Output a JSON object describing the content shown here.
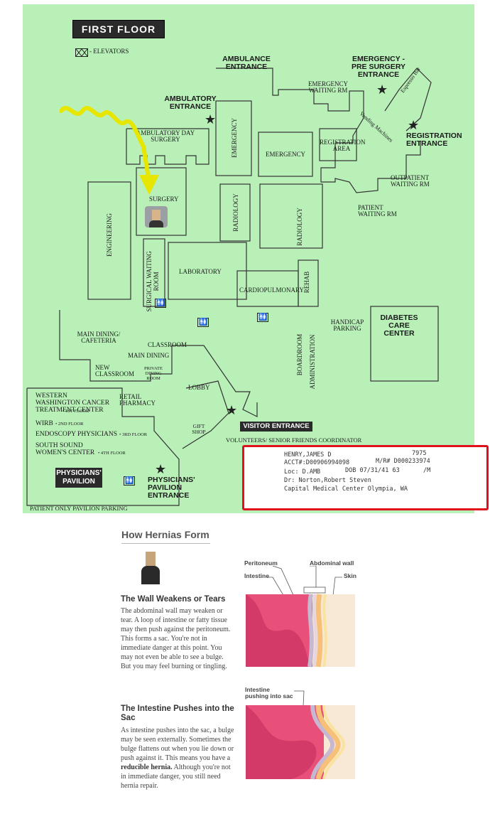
{
  "map": {
    "floor_title": "FIRST FLOOR",
    "legend": "- ELEVATORS",
    "entrances": {
      "ambulance": "AMBULANCE ENTRANCE",
      "emergency_pre": "EMERGENCY - PRE SURGERY ENTRANCE",
      "ambulatory": "AMBULATORY ENTRANCE",
      "registration": "REGISTRATION ENTRANCE",
      "visitor": "VISITOR ENTRANCE",
      "pavilion": "PHYSICIANS' PAVILION ENTRANCE"
    },
    "rooms": {
      "emergency_waiting": "EMERGENCY WAITING RM",
      "espresso_bar": "Espresso Bar",
      "vending": "Vending Machines",
      "ambulatory_day": "AMBULATORY DAY SURGERY",
      "emergency_v": "EMERGENCY",
      "emergency_h": "EMERGENCY",
      "registration_area": "REGISTRATION AREA",
      "outpatient_waiting": "OUTPATIENT WAITING RM",
      "patient_waiting": "PATIENT WAITING RM",
      "surgery": "SURGERY",
      "engineering": "ENGINEERING",
      "radiology_1": "RADIOLOGY",
      "radiology_2": "RADIOLOGY",
      "surgical_waiting": "SURGICAL WAITING ROOM",
      "laboratory": "LABORATORY",
      "cardio": "CARDIOPULMONARY",
      "rehab": "REHAB",
      "handicap": "HANDICAP PARKING",
      "diabetes": "DIABETES CARE CENTER",
      "main_dining_cafe": "MAIN DINING/ CAFETERIA",
      "classroom": "CLASSROOM",
      "main_dining": "MAIN DINING",
      "new_classroom": "NEW CLASSROOM",
      "private_dining": "PRIVATE DINING ROOM",
      "boardroom": "BOARDROOM",
      "administration": "ADMINISTRATION",
      "lobby": "LOBBY",
      "retail_pharmacy": "RETAIL PHARMACY",
      "gift_shop": "GIFT SHOP",
      "volunteers": "VOLUNTEERS/ SENIOR FRIENDS COORDINATOR"
    },
    "pavilion_list": {
      "western": "WESTERN WASHINGTON CANCER TREATMENT CENTER",
      "western_floor": "• 1ST FLOOR",
      "wirb": "WIRB",
      "wirb_floor": "• 2ND FLOOR",
      "endoscopy": "ENDOSCOPY PHYSICIANS",
      "endoscopy_floor": "• 3RD FLOOR",
      "south_sound": "SOUTH SOUND WOMEN'S CENTER",
      "south_sound_floor": "• 4TH FLOOR"
    },
    "physicians_pavilion": "PHYSICIANS' PAVILION",
    "parking_note": "PATIENT ONLY PAVILION PARKING"
  },
  "patient_label": {
    "name": "HENRY,JAMES D",
    "code": "7975",
    "acct": "ACCT#:D00906994098",
    "mr": "M/R# D000233974",
    "loc": "Loc: D.AMB",
    "dob": "DOB 07/31/41 63",
    "sex": "/M",
    "doctor": "Dr: Norton,Robert Steven",
    "facility": "Capital Medical Center Olympia, WA"
  },
  "hernia": {
    "title": "How Hernias Form",
    "section1_title": "The Wall Weakens or Tears",
    "section1_body": "The abdominal wall may weaken or tear. A loop of intestine or fatty tissue may then push against the peritoneum. This forms a sac. You're not in immediate danger at this point. You may not even be able to see a bulge. But you may feel burning or tingling.",
    "section2_title": "The Intestine Pushes into the Sac",
    "section2_body_a": "As intestine pushes into the sac, a bulge may be seen externally. Sometimes the bulge flattens out when you lie down or push against it. This means you have a",
    "section2_bold": "reducible hernia.",
    "section2_body_b": "Although you're not in immediate danger, you still need hernia repair.",
    "labels": {
      "peritoneum": "Peritoneum",
      "abdominal_wall": "Abdominal wall",
      "intestine": "Intestine",
      "skin": "Skin",
      "pushing": "Intestine pushing into sac"
    }
  }
}
